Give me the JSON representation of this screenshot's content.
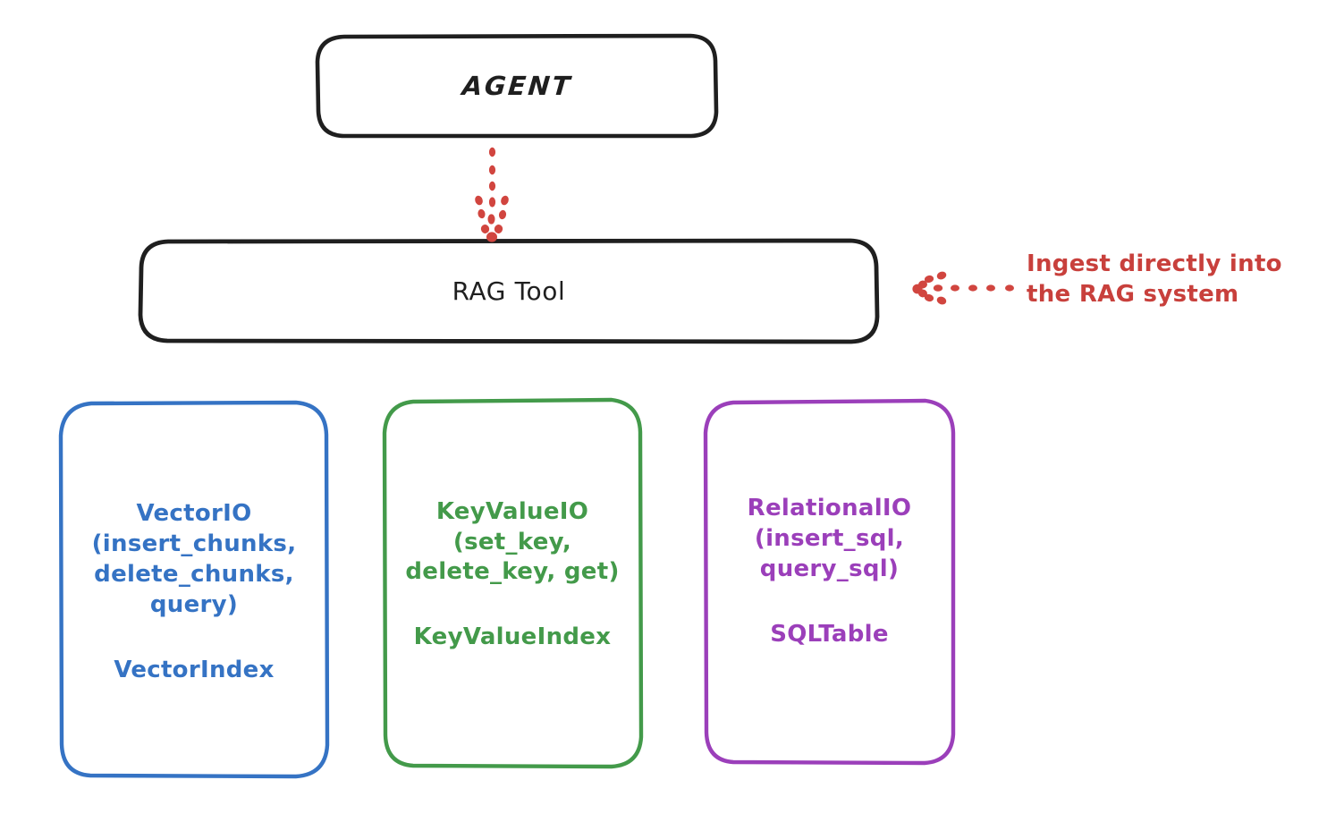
{
  "diagram": {
    "title": "RAG Tool architecture diagram",
    "background": "#ffffff",
    "nodes": {
      "agent": {
        "label": "AGENT",
        "color": "#1f1f1f",
        "shape": "rounded-rectangle"
      },
      "rag_tool": {
        "label": "RAG Tool",
        "color": "#1f1f1f",
        "shape": "rounded-rectangle"
      },
      "vector_io": {
        "label": "VectorIO\n(insert_chunks,\ndelete_chunks,\nquery)",
        "index": "VectorIndex",
        "color": "#3573c4",
        "shape": "rounded-rectangle"
      },
      "key_value_io": {
        "label": "KeyValueIO\n(set_key,\ndelete_key, get)",
        "index": "KeyValueIndex",
        "color": "#439a4a",
        "shape": "rounded-rectangle"
      },
      "relational_io": {
        "label": "RelationalIO\n(insert_sql,\nquery_sql)",
        "index": "SQLTable",
        "color": "#9b3fba",
        "shape": "rounded-rectangle"
      }
    },
    "annotations": {
      "ingest": {
        "text": "Ingest directly into\nthe RAG system",
        "color": "#c8403c"
      }
    },
    "connectors": {
      "agent_to_rag": {
        "name": "dotted-arrow-down",
        "color": "#d1453f",
        "style": "dotted",
        "direction": "down"
      },
      "annotation_to_rag": {
        "name": "dotted-arrow-left",
        "color": "#d1453f",
        "style": "dotted",
        "direction": "left"
      }
    }
  }
}
